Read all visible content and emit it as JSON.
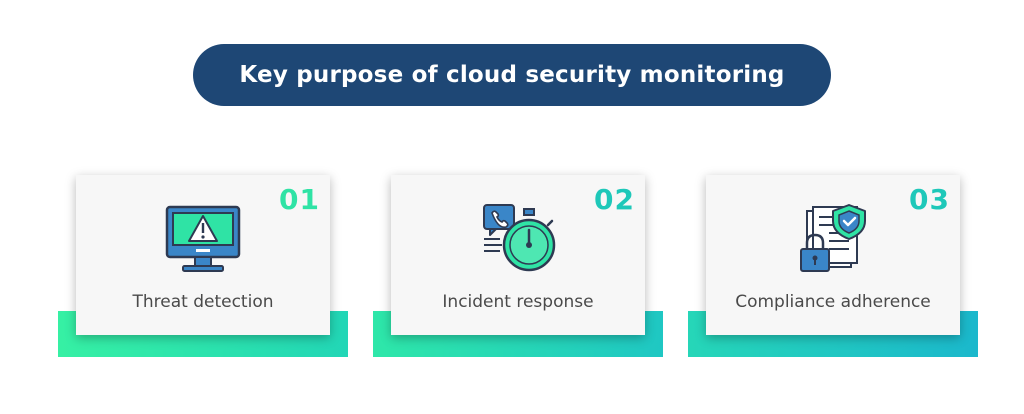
{
  "header": {
    "title": "Key purpose of cloud security monitoring"
  },
  "colors": {
    "title_bg": "#1e4775",
    "number_teal": "#1ec8b9",
    "accent_green": "#2fe3a5",
    "accent_teal": "#1fc5c6",
    "icon_stroke": "#2e3a52",
    "icon_blue": "#3a86c8"
  },
  "cards": [
    {
      "number": "01",
      "label": "Threat detection",
      "icon": "monitor-warning-icon",
      "base_gradient": [
        "#36f0a4",
        "#22d6b6"
      ]
    },
    {
      "number": "02",
      "label": "Incident response",
      "icon": "phone-stopwatch-icon",
      "base_gradient": [
        "#2ee7a9",
        "#1fc7c3"
      ]
    },
    {
      "number": "03",
      "label": "Compliance adherence",
      "icon": "document-shield-lock-icon",
      "base_gradient": [
        "#26d6b8",
        "#1bb8cc"
      ]
    }
  ]
}
